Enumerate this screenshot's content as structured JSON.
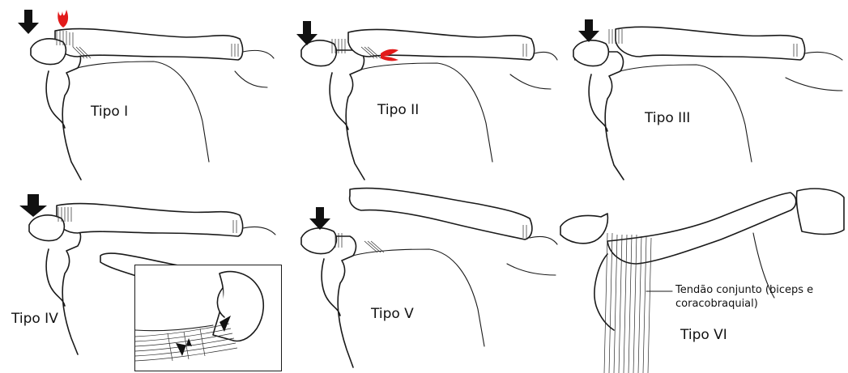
{
  "panels": [
    {
      "id": "tipo-1",
      "label": "Tipo I"
    },
    {
      "id": "tipo-2",
      "label": "Tipo II"
    },
    {
      "id": "tipo-3",
      "label": "Tipo III"
    },
    {
      "id": "tipo-4",
      "label": "Tipo IV"
    },
    {
      "id": "tipo-5",
      "label": "Tipo V"
    },
    {
      "id": "tipo-6",
      "label": "Tipo VI"
    }
  ],
  "annotation": {
    "line1": "Tendão conjunto (biceps e",
    "line2": "coracobraquial)"
  },
  "colors": {
    "outline": "#1a1a1a",
    "arrow": "#111111",
    "injury": "#e21a1a",
    "background": "#ffffff"
  }
}
